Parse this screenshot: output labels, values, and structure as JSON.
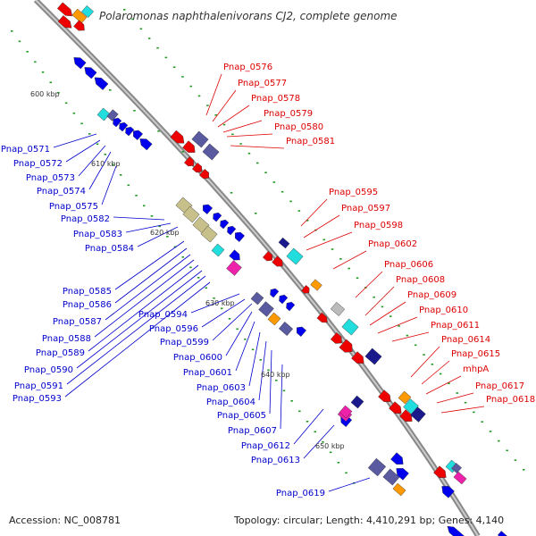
{
  "map": {
    "title": "Polaromonas naphthalenivorans CJ2, complete genome",
    "accession": "Accession: NC_008781",
    "summary": "Topology: circular; Length: 4,410,291 bp; Genes: 4,140",
    "kbp_ticks": [
      "600 kbp",
      "610 kbp",
      "620 kbp",
      "630 kbp",
      "640 kbp",
      "650 kbp"
    ]
  },
  "colors": {
    "reverse_label": "#0000cc",
    "forward_label": "#dd0000",
    "backbone": "#888888",
    "blue": "#0000ee",
    "red": "#ee0000",
    "navy": "#1a1a8c",
    "slate": "#5a5aa0",
    "khaki": "#c8c08a",
    "cyan": "#22dddd",
    "magenta": "#ee22aa",
    "orange": "#ff9900",
    "grey": "#bbbbbb",
    "dot": "#229922"
  },
  "labels_left": [
    "Pnap_0571",
    "Pnap_0572",
    "Pnap_0573",
    "Pnap_0574",
    "Pnap_0575",
    "Pnap_0582",
    "Pnap_0583",
    "Pnap_0584",
    "Pnap_0585",
    "Pnap_0586",
    "Pnap_0587",
    "Pnap_0588",
    "Pnap_0589",
    "Pnap_0590",
    "Pnap_0591",
    "Pnap_0593",
    "Pnap_0594",
    "Pnap_0596",
    "Pnap_0599",
    "Pnap_0600",
    "Pnap_0601",
    "Pnap_0603",
    "Pnap_0604",
    "Pnap_0605",
    "Pnap_0607",
    "Pnap_0612",
    "Pnap_0613",
    "Pnap_0619"
  ],
  "labels_right": [
    "Pnap_0576",
    "Pnap_0577",
    "Pnap_0578",
    "Pnap_0579",
    "Pnap_0580",
    "Pnap_0581",
    "Pnap_0595",
    "Pnap_0597",
    "Pnap_0598",
    "Pnap_0602",
    "Pnap_0606",
    "Pnap_0608",
    "Pnap_0609",
    "Pnap_0610",
    "Pnap_0611",
    "Pnap_0614",
    "Pnap_0615",
    "mhpA",
    "Pnap_0617",
    "Pnap_0618"
  ]
}
